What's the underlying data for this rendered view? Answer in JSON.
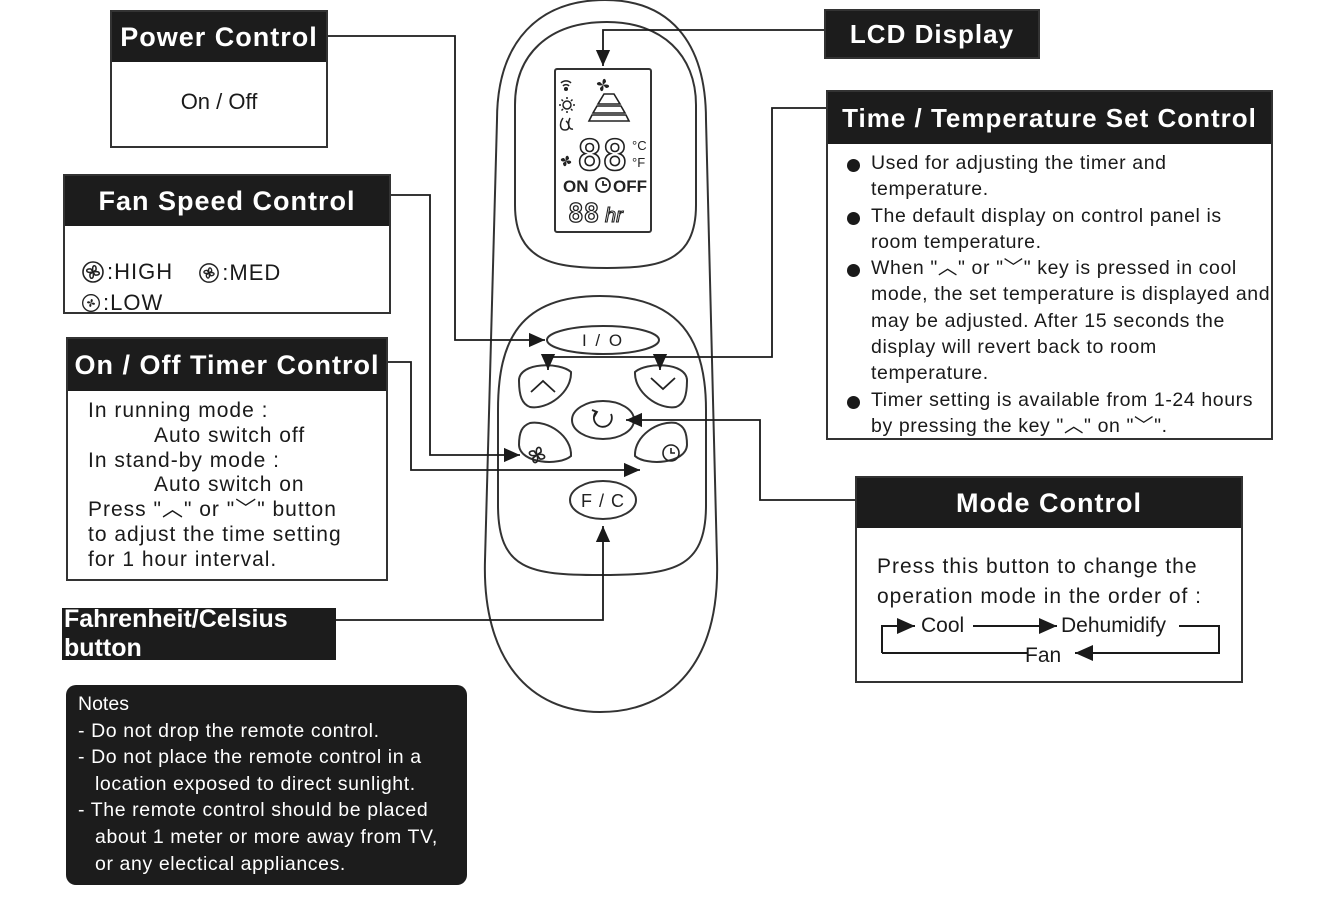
{
  "power": {
    "title": "Power Control",
    "desc": "On / Off"
  },
  "fan": {
    "title": "Fan Speed Control",
    "high": ":HIGH",
    "med": ":MED",
    "low": ":LOW"
  },
  "timer": {
    "title": "On / Off Timer Control",
    "lines": [
      "In running mode :",
      "Auto switch off",
      "In stand-by mode :",
      "Auto switch on",
      "Press \"︿\" or \"﹀\" button",
      "to adjust the time setting",
      "for 1 hour interval."
    ]
  },
  "fc": {
    "title": "Fahrenheit/Celsius button"
  },
  "notes": {
    "title": "Notes",
    "items": [
      "- Do not drop the remote control.",
      "- Do not place the remote control in a location exposed to direct sunlight.",
      "- The remote control should be placed about 1 meter or more away from TV, or any electical appliances."
    ]
  },
  "lcd": {
    "title": "LCD Display",
    "digits": "88",
    "unit_c": "°C",
    "unit_f": "°F",
    "on": "ON",
    "off": "OFF",
    "hr_digits": "88",
    "hr": "hr"
  },
  "time_temp": {
    "title": "Time / Temperature Set Control",
    "items": [
      "Used for adjusting the timer and temperature.",
      "The default display on control panel is room temperature.",
      "When \"︿\" or \"﹀\" key is pressed in cool mode, the set temperature is displayed and may be adjusted. After 15 seconds the display will revert back to room temperature.",
      "Timer setting is available from 1-24 hours by pressing the key \"︿\" on \"﹀\"."
    ]
  },
  "mode": {
    "title": "Mode Control",
    "desc": "Press this button to change the operation mode in the order of :",
    "cool": "Cool",
    "dehumidify": "Dehumidify",
    "fan": "Fan"
  },
  "remote": {
    "power_button": "I / O",
    "fc_button": "F / C"
  }
}
